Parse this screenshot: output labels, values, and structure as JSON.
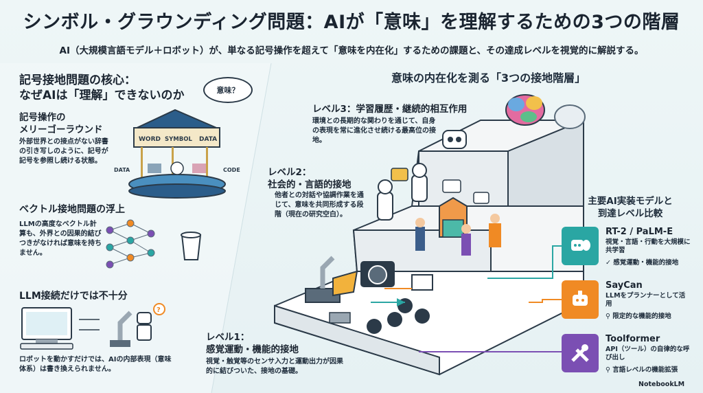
{
  "title": "シンボル・グラウンディング問題：AIが「意味」を理解するための3つの階層",
  "subtitle": "AI（大規模言語モデル＋ロボット）が、単なる記号操作を超えて「意味を内在化」するための課題と、その達成レベルを視覚的に解説する。",
  "left": {
    "core_title": "記号接地問題の核心：\nなぜAIは「理解」できないのか",
    "bubble": "意味？",
    "merry_title": "記号操作の\nメリーゴーラウンド",
    "merry_text": "外部世界との接点がない辞書の引き写しのように、記号が記号を参照し続ける状態。",
    "carousel_labels": [
      "WORD",
      "SYMBOL",
      "DATA"
    ],
    "carousel_side": [
      "DATA",
      "CODE"
    ],
    "vector_title": "ベクトル接地問題の浮上",
    "vector_text": "LLMの高度なベクトル計算も、外界との因果的結びつきがなければ意味を持ちません。",
    "llm_title": "LLM接続だけでは不十分",
    "llm_text": "ロボットを動かすだけでは、AIの内部表現（意味体系）は書き換えられません。",
    "llm_question": "?"
  },
  "levels": {
    "heading": "意味の内在化を測る「3つの接地階層」",
    "lv3_title": "レベル3：学習履歴・継続的相互作用",
    "lv3_text": "環境との長期的な関わりを通じて、自身の表現を常に進化させ続ける最高位の接地。",
    "lv2_title": "レベル2：\n社会的・言語的接地",
    "lv2_text": "他者との対話や協調作業を通じて、意味を共同形成する段階（現在の研究空白）。",
    "lv1_title": "レベル1：\n感覚運動・機能的接地",
    "lv1_text": "視覚・触覚等のセンサ入力と運動出力が因果的に結びついた、接地の基礎。"
  },
  "models": {
    "heading": "主要AI実装モデルと\n到達レベル比較",
    "items": [
      {
        "name": "RT-2 / PaLM-E",
        "desc": "視覚・言語・行動を大規模に共学習",
        "tag": "✓ 感覚運動・機能的接地",
        "color": "#2aa6a3",
        "icon": "robot-brain-icon"
      },
      {
        "name": "SayCan",
        "desc": "LLMをプランナーとして活用",
        "tag": "⚲ 限定的な機能的接地",
        "color": "#f08a24",
        "icon": "robot-chat-icon"
      },
      {
        "name": "Toolformer",
        "desc": "API（ツール）の自律的な呼び出し",
        "tag": "⚲ 言語レベルの機能拡張",
        "color": "#7b4fb3",
        "icon": "tools-icon"
      }
    ]
  },
  "footer": "NotebookLM",
  "colors": {
    "teal": "#2aa6a3",
    "orange": "#f08a24",
    "purple": "#7b4fb3"
  }
}
